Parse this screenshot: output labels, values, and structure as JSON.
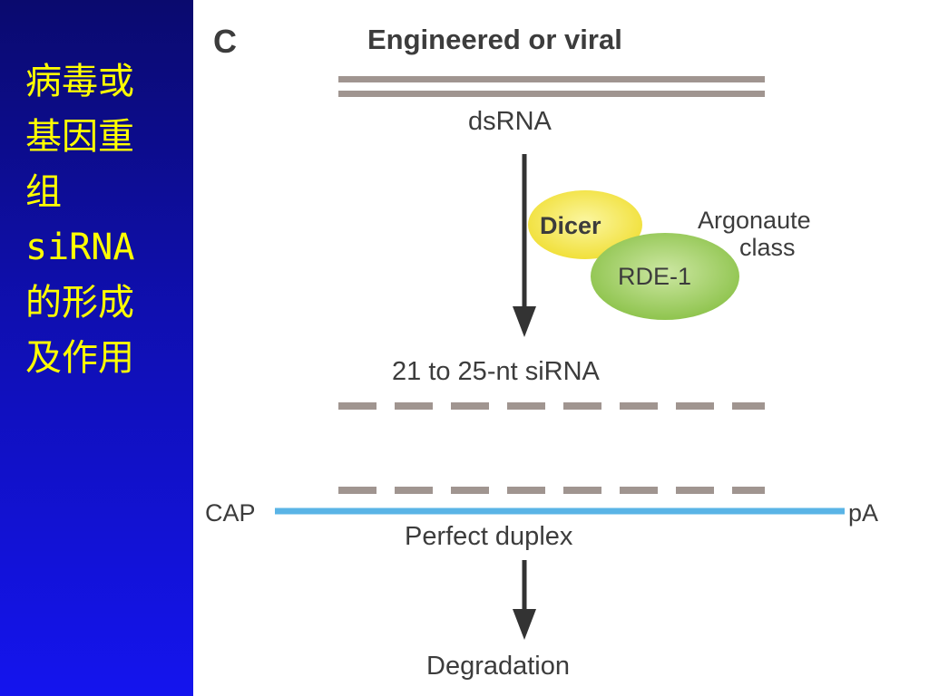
{
  "sidebar": {
    "title": "病毒或\n基因重\n组\nsiRNA\n的形成\n及作用"
  },
  "diagram": {
    "panel_letter": "C",
    "heading": "Engineered or viral",
    "dsrna_label": "dsRNA",
    "dicer_label": "Dicer",
    "argonaute_line1": "Argonaute",
    "argonaute_line2": "class",
    "rde_label": "RDE-1",
    "sirna_label": "21 to 25-nt siRNA",
    "cap_label": "CAP",
    "pa_label": "pA",
    "duplex_label": "Perfect duplex",
    "degradation_label": "Degradation",
    "colors": {
      "sidebar_text": "#ffff00",
      "rna_strand": "#a09590",
      "mrna_strand": "#5ab4e6",
      "dicer": "#f4e64c",
      "rde1": "#9ccc58",
      "arrow": "#333333"
    }
  }
}
